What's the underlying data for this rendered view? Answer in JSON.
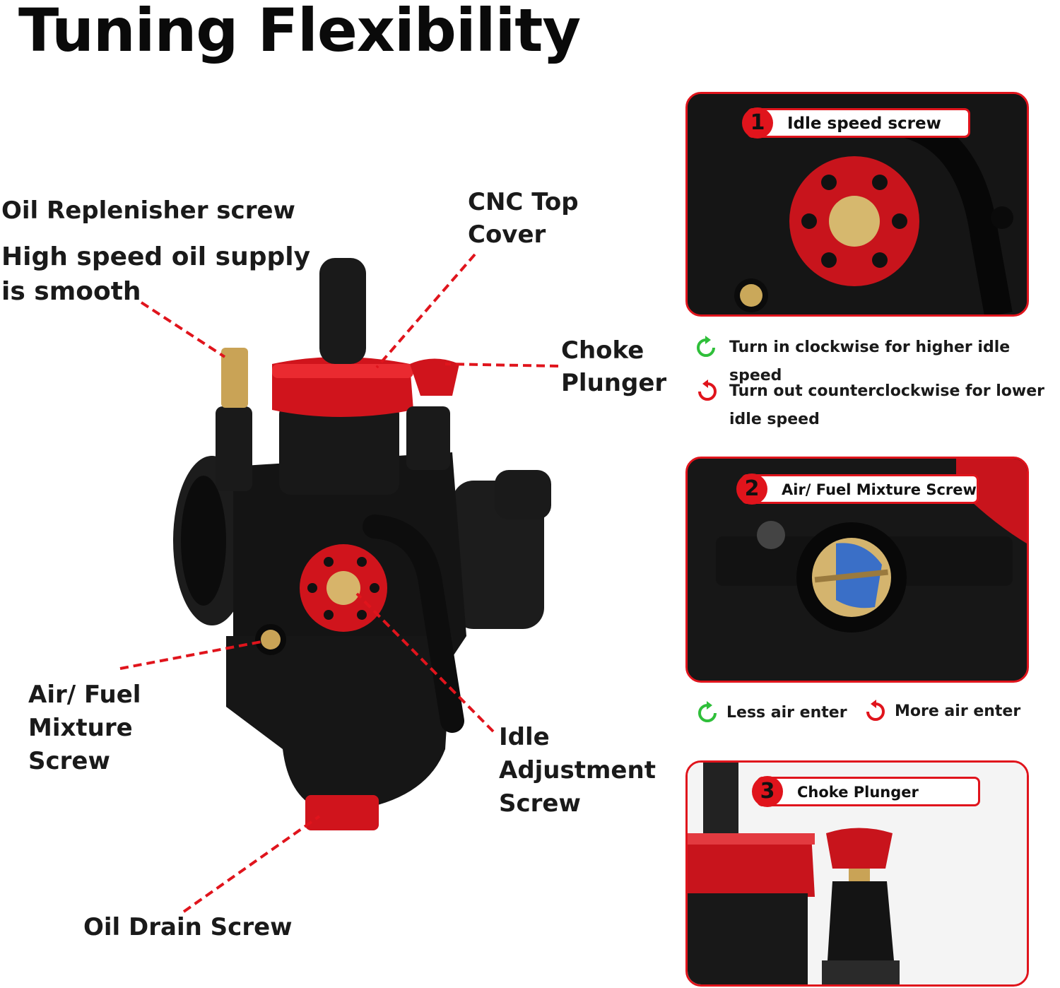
{
  "title": "Tuning Flexibility",
  "labels": {
    "oil_replenisher": "Oil Replenisher screw",
    "high_speed_1": "High speed oil supply",
    "high_speed_2": "is smooth",
    "cnc_1": "CNC Top",
    "cnc_2": "Cover",
    "choke_1": "Choke",
    "choke_2": "Plunger",
    "air_fuel_1": "Air/ Fuel",
    "air_fuel_2": "Mixture",
    "air_fuel_3": "Screw",
    "idle_adj_1": "Idle",
    "idle_adj_2": "Adjustment",
    "idle_adj_3": "Screw",
    "oil_drain": "Oil Drain Screw"
  },
  "panels": [
    {
      "num": "1",
      "title": "Idle speed screw"
    },
    {
      "num": "2",
      "title": "Air/ Fuel Mixture Screw"
    },
    {
      "num": "3",
      "title": "Choke Plunger"
    }
  ],
  "notes": {
    "idle_cw": "Turn in clockwise for higher idle speed",
    "idle_ccw_1": "Turn out counterclockwise for lower",
    "idle_ccw_2": "idle speed",
    "less_air": "Less air enter",
    "more_air": "More air enter"
  },
  "colors": {
    "accent_red": "#e0141c",
    "cw_green": "#2fbf3a",
    "ccw_red": "#e0141c"
  }
}
